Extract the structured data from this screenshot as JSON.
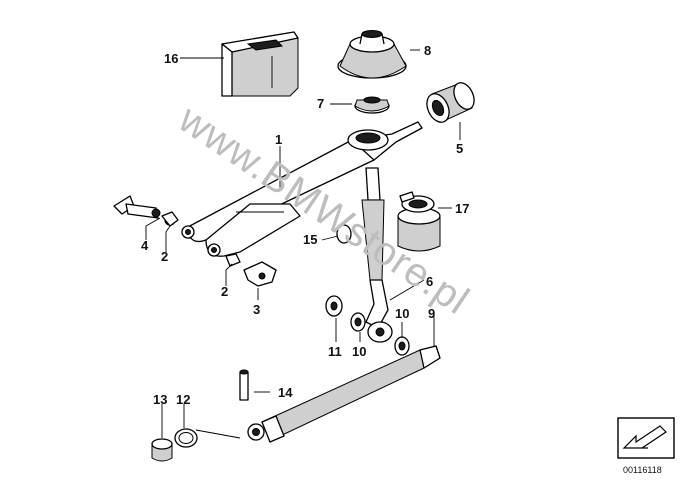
{
  "watermark": "www.BMWstore.pl",
  "document_number": "00116118",
  "callouts": {
    "c1": "1",
    "c2a": "2",
    "c2b": "2",
    "c3": "3",
    "c4": "4",
    "c5": "5",
    "c6": "6",
    "c7": "7",
    "c8": "8",
    "c9": "9",
    "c10a": "10",
    "c10b": "10",
    "c11": "11",
    "c12": "12",
    "c13": "13",
    "c14": "14",
    "c15": "15",
    "c16": "16",
    "c17": "17"
  },
  "icons": {
    "corner_badge": "arrow-icon"
  }
}
